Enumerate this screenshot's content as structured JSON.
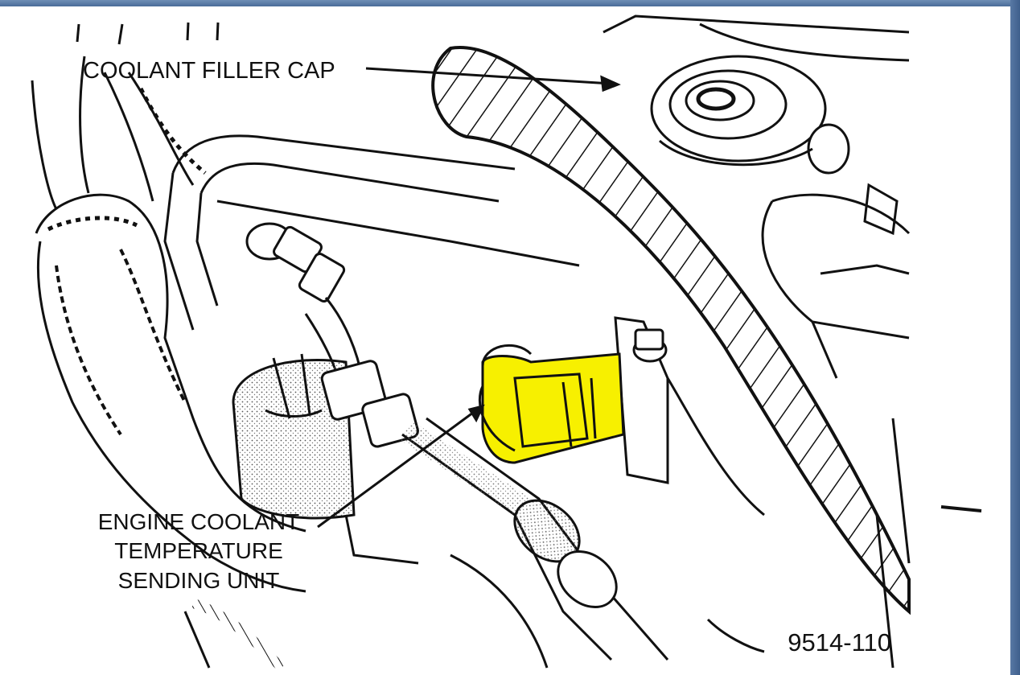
{
  "labels": {
    "filler_cap": "COOLANT FILLER CAP",
    "sensor_line1": "ENGINE COOLANT",
    "sensor_line2": "TEMPERATURE",
    "sensor_line3": "SENDING UNIT",
    "figure_id": "9514-110"
  },
  "colors": {
    "line": "#111111",
    "highlight": "#f7f000",
    "frame": "#4a6c98"
  }
}
